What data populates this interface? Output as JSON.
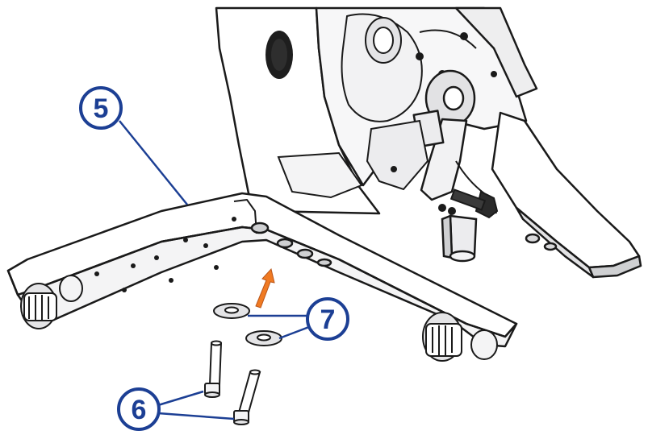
{
  "callouts": {
    "c5": "5",
    "c6": "6",
    "c7": "7"
  },
  "colors": {
    "callout": "#1c3f94",
    "outline": "#1a1a1a",
    "body": "#ffffff",
    "shade": "#e9e9ea",
    "shade_dark": "#cfd0d2",
    "arrow": "#f07a22"
  }
}
